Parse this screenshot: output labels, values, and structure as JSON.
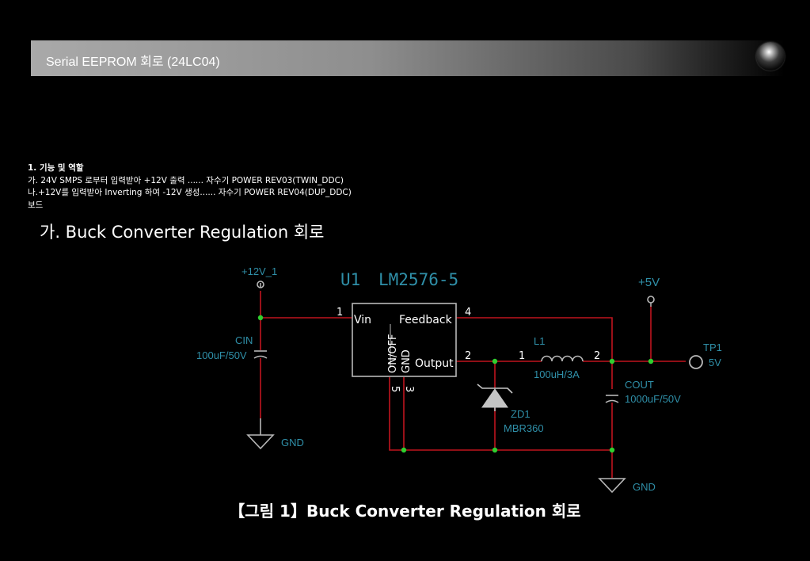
{
  "header": {
    "title": "Serial EEPROM 회로 (24LC04)"
  },
  "description": {
    "heading": "1. 기능 및 역할",
    "line1": "가. 24V SMPS 로부터 입력받아 +12V 출력 ...... 자수기 POWER REV03(TWIN_DDC)",
    "line2": "나.+12V를 입력받아 Inverting 하여 -12V 생성...... 자수기 POWER REV04(DUP_DDC)",
    "line3": "보드"
  },
  "section_title": "가. Buck Converter Regulation 회로",
  "caption": "【그림 1】Buck Converter Regulation 회로",
  "schematic": {
    "net_in": "+12V_1",
    "ic_ref": "U1",
    "ic_part": "LM2576-5",
    "pin_vin": "Vin",
    "pin_feedback": "Feedback",
    "pin_onoff": "ON/OFF",
    "pin_gnd": "GND",
    "pin_output": "Output",
    "pin1": "1",
    "pin2": "2",
    "pin3": "3",
    "pin4": "4",
    "pin5": "5",
    "cin_ref": "CIN",
    "cin_val": "100uF/50V",
    "l1_ref": "L1",
    "l1_val": "100uH/3A",
    "l1_pin1": "1",
    "l1_pin2": "2",
    "zd1_ref": "ZD1",
    "zd1_val": "MBR360",
    "cout_ref": "COUT",
    "cout_val": "1000uF/50V",
    "net_out": "+5V",
    "tp_ref": "TP1",
    "tp_val": "5V",
    "gnd1": "GND",
    "gnd2": "GND"
  },
  "colors": {
    "wire": "#c0141e",
    "label": "#2f8fa8",
    "junction": "#2fcf2f",
    "component": "#b8b8b8"
  }
}
